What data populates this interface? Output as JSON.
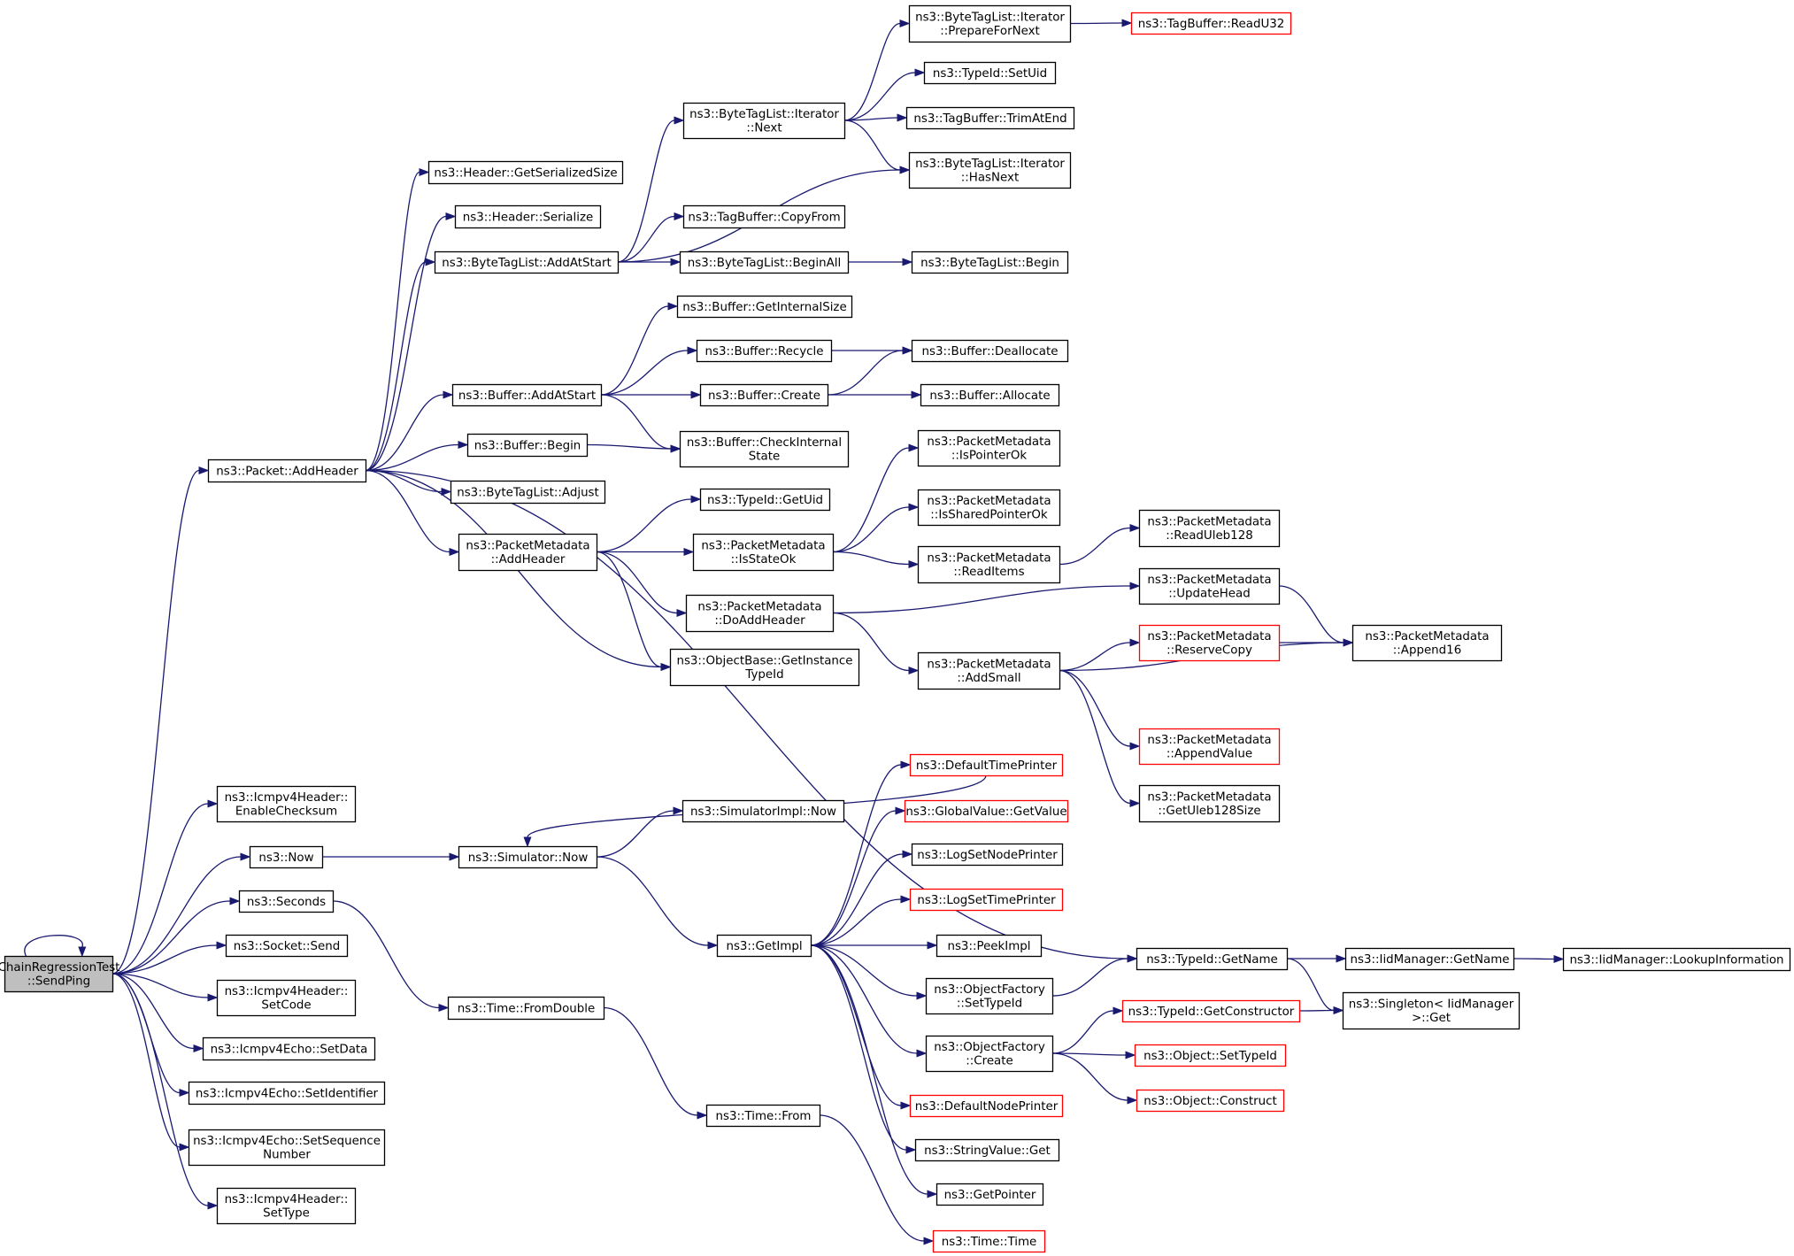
{
  "graph": {
    "edge_color": "#191970",
    "node_border_color": "#000000",
    "incomplete_node_border_color": "#ff0000",
    "focus_node_fill": "#bfbfbf",
    "nodes": [
      {
        "id": "root",
        "lines": [
          "ChainRegressionTest",
          "::SendPing"
        ],
        "style": "focus"
      },
      {
        "id": "addheader",
        "lines": [
          "ns3::Packet::AddHeader"
        ]
      },
      {
        "id": "enablechecksum",
        "lines": [
          "ns3::Icmpv4Header::",
          "EnableChecksum"
        ]
      },
      {
        "id": "now",
        "lines": [
          "ns3::Now"
        ]
      },
      {
        "id": "seconds",
        "lines": [
          "ns3::Seconds"
        ]
      },
      {
        "id": "socketsend",
        "lines": [
          "ns3::Socket::Send"
        ]
      },
      {
        "id": "setcode",
        "lines": [
          "ns3::Icmpv4Header::",
          "SetCode"
        ]
      },
      {
        "id": "setdata",
        "lines": [
          "ns3::Icmpv4Echo::SetData"
        ]
      },
      {
        "id": "setidentifier",
        "lines": [
          "ns3::Icmpv4Echo::SetIdentifier"
        ]
      },
      {
        "id": "setsequence",
        "lines": [
          "ns3::Icmpv4Echo::SetSequence",
          "Number"
        ]
      },
      {
        "id": "settype",
        "lines": [
          "ns3::Icmpv4Header::",
          "SetType"
        ]
      },
      {
        "id": "getserializedsize",
        "lines": [
          "ns3::Header::GetSerializedSize"
        ]
      },
      {
        "id": "serialize",
        "lines": [
          "ns3::Header::Serialize"
        ]
      },
      {
        "id": "btl_addatstart",
        "lines": [
          "ns3::ByteTagList::AddAtStart"
        ]
      },
      {
        "id": "buf_addatstart",
        "lines": [
          "ns3::Buffer::AddAtStart"
        ]
      },
      {
        "id": "buf_begin",
        "lines": [
          "ns3::Buffer::Begin"
        ]
      },
      {
        "id": "btl_adjust",
        "lines": [
          "ns3::ByteTagList::Adjust"
        ]
      },
      {
        "id": "pm_addheader",
        "lines": [
          "ns3::PacketMetadata",
          "::AddHeader"
        ]
      },
      {
        "id": "getinstancetypeid",
        "lines": [
          "ns3::ObjectBase::GetInstance",
          "TypeId"
        ]
      },
      {
        "id": "typeid_getname",
        "lines": [
          "ns3::TypeId::GetName"
        ]
      },
      {
        "id": "btli_next",
        "lines": [
          "ns3::ByteTagList::Iterator",
          "::Next"
        ]
      },
      {
        "id": "tb_copyfrom",
        "lines": [
          "ns3::TagBuffer::CopyFrom"
        ]
      },
      {
        "id": "btl_beginall",
        "lines": [
          "ns3::ByteTagList::BeginAll"
        ]
      },
      {
        "id": "btli_preparefornext",
        "lines": [
          "ns3::ByteTagList::Iterator",
          "::PrepareForNext"
        ]
      },
      {
        "id": "typeid_setuid",
        "lines": [
          "ns3::TypeId::SetUid"
        ]
      },
      {
        "id": "tb_trimatend",
        "lines": [
          "ns3::TagBuffer::TrimAtEnd"
        ]
      },
      {
        "id": "btli_hasnext",
        "lines": [
          "ns3::ByteTagList::Iterator",
          "::HasNext"
        ]
      },
      {
        "id": "tb_readu32",
        "lines": [
          "ns3::TagBuffer::ReadU32"
        ],
        "style": "red"
      },
      {
        "id": "btl_begin",
        "lines": [
          "ns3::ByteTagList::Begin"
        ]
      },
      {
        "id": "buf_getinternalsize",
        "lines": [
          "ns3::Buffer::GetInternalSize"
        ]
      },
      {
        "id": "buf_recycle",
        "lines": [
          "ns3::Buffer::Recycle"
        ]
      },
      {
        "id": "buf_create",
        "lines": [
          "ns3::Buffer::Create"
        ]
      },
      {
        "id": "buf_checkinternalstate",
        "lines": [
          "ns3::Buffer::CheckInternal",
          "State"
        ]
      },
      {
        "id": "buf_deallocate",
        "lines": [
          "ns3::Buffer::Deallocate"
        ]
      },
      {
        "id": "buf_allocate",
        "lines": [
          "ns3::Buffer::Allocate"
        ]
      },
      {
        "id": "typeid_getuid",
        "lines": [
          "ns3::TypeId::GetUid"
        ]
      },
      {
        "id": "pm_isstateok",
        "lines": [
          "ns3::PacketMetadata",
          "::IsStateOk"
        ]
      },
      {
        "id": "pm_doaddheader",
        "lines": [
          "ns3::PacketMetadata",
          "::DoAddHeader"
        ]
      },
      {
        "id": "pm_ispointerok",
        "lines": [
          "ns3::PacketMetadata",
          "::IsPointerOk"
        ]
      },
      {
        "id": "pm_issharedpointerok",
        "lines": [
          "ns3::PacketMetadata",
          "::IsSharedPointerOk"
        ]
      },
      {
        "id": "pm_readitems",
        "lines": [
          "ns3::PacketMetadata",
          "::ReadItems"
        ]
      },
      {
        "id": "pm_addsmall",
        "lines": [
          "ns3::PacketMetadata",
          "::AddSmall"
        ]
      },
      {
        "id": "pm_readuleb128",
        "lines": [
          "ns3::PacketMetadata",
          "::ReadUleb128"
        ]
      },
      {
        "id": "pm_updatehead",
        "lines": [
          "ns3::PacketMetadata",
          "::UpdateHead"
        ]
      },
      {
        "id": "pm_reservecopy",
        "lines": [
          "ns3::PacketMetadata",
          "::ReserveCopy"
        ],
        "style": "red"
      },
      {
        "id": "pm_appendvalue",
        "lines": [
          "ns3::PacketMetadata",
          "::AppendValue"
        ],
        "style": "red"
      },
      {
        "id": "pm_getuleb128size",
        "lines": [
          "ns3::PacketMetadata",
          "::GetUleb128Size"
        ]
      },
      {
        "id": "pm_append16",
        "lines": [
          "ns3::PacketMetadata",
          "::Append16"
        ]
      },
      {
        "id": "sim_now",
        "lines": [
          "ns3::Simulator::Now"
        ]
      },
      {
        "id": "simimpl_now",
        "lines": [
          "ns3::SimulatorImpl::Now"
        ]
      },
      {
        "id": "getimpl",
        "lines": [
          "ns3::GetImpl"
        ]
      },
      {
        "id": "time_fromdouble",
        "lines": [
          "ns3::Time::FromDouble"
        ]
      },
      {
        "id": "time_from",
        "lines": [
          "ns3::Time::From"
        ]
      },
      {
        "id": "defaulttimeprinter",
        "lines": [
          "ns3::DefaultTimePrinter"
        ],
        "style": "red"
      },
      {
        "id": "globalvalue_getvalue",
        "lines": [
          "ns3::GlobalValue::GetValue"
        ],
        "style": "red"
      },
      {
        "id": "logsetnodeprinter",
        "lines": [
          "ns3::LogSetNodePrinter"
        ]
      },
      {
        "id": "logsettimeprinter",
        "lines": [
          "ns3::LogSetTimePrinter"
        ],
        "style": "red"
      },
      {
        "id": "peekimpl",
        "lines": [
          "ns3::PeekImpl"
        ]
      },
      {
        "id": "of_settypeid",
        "lines": [
          "ns3::ObjectFactory",
          "::SetTypeId"
        ]
      },
      {
        "id": "of_create",
        "lines": [
          "ns3::ObjectFactory",
          "::Create"
        ]
      },
      {
        "id": "defaultnodeprinter",
        "lines": [
          "ns3::DefaultNodePrinter"
        ],
        "style": "red"
      },
      {
        "id": "stringvalue_get",
        "lines": [
          "ns3::StringValue::Get"
        ]
      },
      {
        "id": "getpointer",
        "lines": [
          "ns3::GetPointer"
        ]
      },
      {
        "id": "time_time",
        "lines": [
          "ns3::Time::Time"
        ],
        "style": "red"
      },
      {
        "id": "iidmanager_getname",
        "lines": [
          "ns3::IidManager::GetName"
        ]
      },
      {
        "id": "iidmanager_lookupinformation",
        "lines": [
          "ns3::IidManager::LookupInformation"
        ]
      },
      {
        "id": "singleton_get",
        "lines": [
          "ns3::Singleton< IidManager",
          ">::Get"
        ]
      },
      {
        "id": "typeid_getconstructor",
        "lines": [
          "ns3::TypeId::GetConstructor"
        ],
        "style": "red"
      },
      {
        "id": "object_settypeid",
        "lines": [
          "ns3::Object::SetTypeId"
        ],
        "style": "red"
      },
      {
        "id": "object_construct",
        "lines": [
          "ns3::Object::Construct"
        ],
        "style": "red"
      }
    ],
    "edges": [
      [
        "root",
        "root"
      ],
      [
        "root",
        "addheader"
      ],
      [
        "root",
        "enablechecksum"
      ],
      [
        "root",
        "now"
      ],
      [
        "root",
        "seconds"
      ],
      [
        "root",
        "socketsend"
      ],
      [
        "root",
        "setcode"
      ],
      [
        "root",
        "setdata"
      ],
      [
        "root",
        "setidentifier"
      ],
      [
        "root",
        "setsequence"
      ],
      [
        "root",
        "settype"
      ],
      [
        "addheader",
        "getserializedsize"
      ],
      [
        "addheader",
        "serialize"
      ],
      [
        "addheader",
        "btl_addatstart"
      ],
      [
        "addheader",
        "buf_addatstart"
      ],
      [
        "addheader",
        "buf_begin"
      ],
      [
        "addheader",
        "btl_adjust"
      ],
      [
        "addheader",
        "pm_addheader"
      ],
      [
        "addheader",
        "getinstancetypeid"
      ],
      [
        "addheader",
        "typeid_getname"
      ],
      [
        "btl_addatstart",
        "btli_next"
      ],
      [
        "btl_addatstart",
        "btli_hasnext"
      ],
      [
        "btl_addatstart",
        "tb_copyfrom"
      ],
      [
        "btl_addatstart",
        "btl_beginall"
      ],
      [
        "btli_next",
        "btli_preparefornext"
      ],
      [
        "btli_next",
        "typeid_setuid"
      ],
      [
        "btli_next",
        "tb_trimatend"
      ],
      [
        "btli_next",
        "btli_hasnext"
      ],
      [
        "btli_preparefornext",
        "tb_readu32"
      ],
      [
        "btl_beginall",
        "btl_begin"
      ],
      [
        "buf_addatstart",
        "buf_getinternalsize"
      ],
      [
        "buf_addatstart",
        "buf_recycle"
      ],
      [
        "buf_addatstart",
        "buf_create"
      ],
      [
        "buf_addatstart",
        "buf_checkinternalstate"
      ],
      [
        "buf_recycle",
        "buf_deallocate"
      ],
      [
        "buf_create",
        "buf_deallocate"
      ],
      [
        "buf_create",
        "buf_allocate"
      ],
      [
        "buf_begin",
        "buf_checkinternalstate"
      ],
      [
        "pm_addheader",
        "typeid_getuid"
      ],
      [
        "pm_addheader",
        "pm_isstateok"
      ],
      [
        "pm_addheader",
        "pm_doaddheader"
      ],
      [
        "pm_addheader",
        "getinstancetypeid"
      ],
      [
        "pm_isstateok",
        "pm_ispointerok"
      ],
      [
        "pm_isstateok",
        "pm_issharedpointerok"
      ],
      [
        "pm_isstateok",
        "pm_readitems"
      ],
      [
        "pm_readitems",
        "pm_readuleb128"
      ],
      [
        "pm_doaddheader",
        "pm_updatehead"
      ],
      [
        "pm_doaddheader",
        "pm_addsmall"
      ],
      [
        "pm_updatehead",
        "pm_append16"
      ],
      [
        "pm_addsmall",
        "pm_reservecopy"
      ],
      [
        "pm_addsmall",
        "pm_append16"
      ],
      [
        "pm_addsmall",
        "pm_appendvalue"
      ],
      [
        "pm_addsmall",
        "pm_getuleb128size"
      ],
      [
        "pm_reservecopy",
        "pm_append16"
      ],
      [
        "now",
        "sim_now"
      ],
      [
        "sim_now",
        "simimpl_now"
      ],
      [
        "sim_now",
        "getimpl"
      ],
      [
        "seconds",
        "time_fromdouble"
      ],
      [
        "time_fromdouble",
        "time_from"
      ],
      [
        "time_from",
        "time_time"
      ],
      [
        "getimpl",
        "defaulttimeprinter"
      ],
      [
        "getimpl",
        "globalvalue_getvalue"
      ],
      [
        "getimpl",
        "logsetnodeprinter"
      ],
      [
        "getimpl",
        "logsettimeprinter"
      ],
      [
        "getimpl",
        "peekimpl"
      ],
      [
        "getimpl",
        "of_settypeid"
      ],
      [
        "getimpl",
        "of_create"
      ],
      [
        "getimpl",
        "defaultnodeprinter"
      ],
      [
        "getimpl",
        "stringvalue_get"
      ],
      [
        "getimpl",
        "getpointer"
      ],
      [
        "defaulttimeprinter",
        "sim_now"
      ],
      [
        "of_settypeid",
        "typeid_getname"
      ],
      [
        "of_create",
        "typeid_getconstructor"
      ],
      [
        "of_create",
        "object_settypeid"
      ],
      [
        "of_create",
        "object_construct"
      ],
      [
        "typeid_getname",
        "iidmanager_getname"
      ],
      [
        "typeid_getname",
        "singleton_get"
      ],
      [
        "iidmanager_getname",
        "iidmanager_lookupinformation"
      ],
      [
        "typeid_getconstructor",
        "singleton_get"
      ]
    ]
  }
}
